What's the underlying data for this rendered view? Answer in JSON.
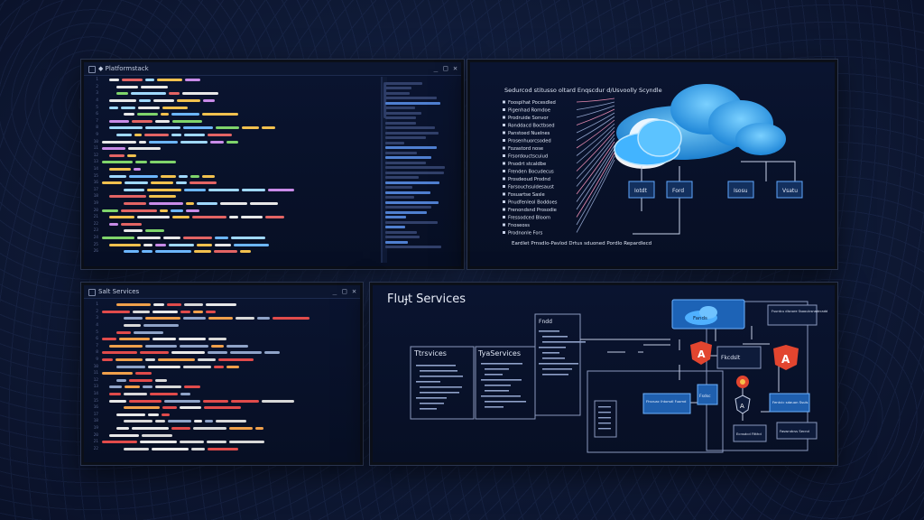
{
  "editor_top": {
    "tab_title": "◆ Platformstack",
    "window_controls": {
      "minimize": "_",
      "maximize": "□",
      "close": "✕"
    },
    "scrollbar": true
  },
  "editor_bottom": {
    "tab_title": "Salt Services",
    "window_controls": {
      "minimize": "_",
      "maximize": "□",
      "close": "✕"
    }
  },
  "diagram_top": {
    "heading": "Sedurcod stitusso oltard Enqscdur d/Usvoolly Scyndle",
    "cloud_nodes": [
      "Iotdt",
      "Ford",
      "Isosu",
      "Vsatu"
    ],
    "labels": [
      "Foosplhat Pocesdled",
      "Pigenhad Romdoe",
      "Prodruide Sonvor",
      "Ronddacd Boctbsed",
      "Panstoed Nuelnes",
      "Prosenhuorcsoded",
      "Fozastord nose",
      "Frsordouctscuiud",
      "Prsodrt stcaldbe",
      "Frenden Bocudecus",
      "Prosdeoud Prodnd",
      "Farsouchsuldesaust",
      "Fosuartse Sasle",
      "Pnudfenleol Boddoes",
      "Frenondsnd Prosodie",
      "Fressodced Bloom",
      "Fnoseoss",
      "Prodnonle Fors"
    ],
    "footer": "Eardlet Prnsdlo-Pavlod Drtus sduoned Pordlo Repardlecd"
  },
  "diagram_bottom": {
    "heading": "Fluɟt Services",
    "section_a": "Ttrsvices",
    "section_b": "TyaServices",
    "section_c": "Fndd",
    "cloud_label": "Fands",
    "node_right_top": "Fsurdcu dlsnore Ssooulcsnadrcadd",
    "node_mid": "Fkcdslt",
    "node_blue_1": "Fhsruac lhtorsdl Fuomd",
    "node_blue_2": "Fsdsc",
    "node_blue_3": "Fentcic sdauon Ssuls",
    "node_bottom_1": "Ecnsdcd Fitthd",
    "node_bottom_2": "Faswndcss Secnd",
    "badge_a": "A",
    "accent_angular": "#e2452f",
    "accent_blue": "#2f7fd6"
  }
}
